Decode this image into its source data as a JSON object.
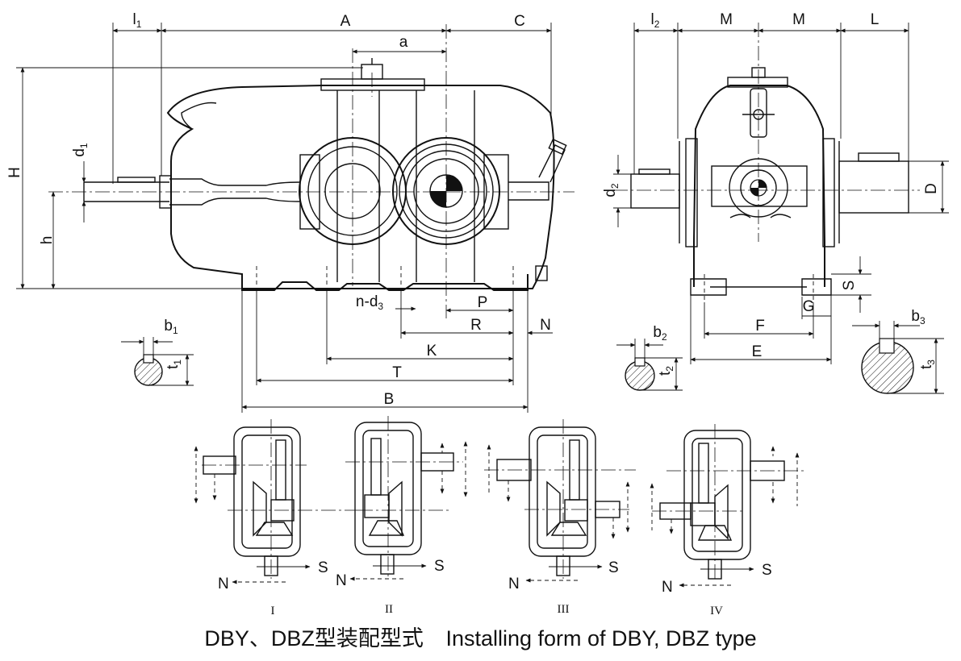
{
  "side_view": {
    "dims": {
      "l1": {
        "main": "l",
        "sub": "1"
      },
      "A": "A",
      "C": "C",
      "a": "a",
      "H": "H",
      "h": "h",
      "d1": {
        "main": "d",
        "sub": "1"
      },
      "n_d3": {
        "main": "n-d",
        "sub": "3"
      },
      "P": "P",
      "R": "R",
      "N": "N",
      "K": "K",
      "T": "T",
      "B": "B"
    },
    "key_section": {
      "b": {
        "main": "b",
        "sub": "1"
      },
      "t": {
        "main": "t",
        "sub": "1"
      }
    }
  },
  "end_view": {
    "dims": {
      "l2": {
        "main": "l",
        "sub": "2"
      },
      "M_left": "M",
      "M_right": "M",
      "L": "L",
      "d2": {
        "main": "d",
        "sub": "2"
      },
      "D": "D",
      "S": "S",
      "G": "G",
      "F": "F",
      "E": "E"
    },
    "key_section_b2": {
      "b": {
        "main": "b",
        "sub": "2"
      },
      "t": {
        "main": "t",
        "sub": "2"
      }
    },
    "key_section_b3": {
      "b": {
        "main": "b",
        "sub": "3"
      },
      "t": {
        "main": "t",
        "sub": "3"
      }
    }
  },
  "assembly_forms": [
    {
      "roman": "I",
      "s": "S",
      "n": "N"
    },
    {
      "roman": "II",
      "s": "S",
      "n": "N"
    },
    {
      "roman": "III",
      "s": "S",
      "n": "N"
    },
    {
      "roman": "IV",
      "s": "S",
      "n": "N"
    }
  ],
  "caption": {
    "zh": "DBY、DBZ型装配型式",
    "en": "Installing form of DBY, DBZ type"
  }
}
